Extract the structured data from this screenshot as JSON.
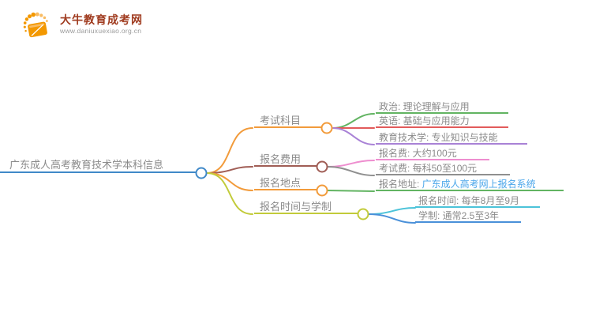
{
  "logo": {
    "title": "大牛教育成考网",
    "url": "www.daniuxuexiao.org.cn",
    "title_color": "#a03c20",
    "icon_color": "#f39800",
    "icon_color_light": "#f9bc63"
  },
  "mindmap": {
    "root": {
      "label": "广东成人高考教育技术学本科信息",
      "color": "#4089c8"
    },
    "text_color": "#8b8b8b",
    "branches": [
      {
        "label": "考试科目",
        "color": "#f29b3b",
        "children": [
          {
            "label": "政治: 理论理解与应用",
            "color": "#62b462"
          },
          {
            "label": "英语: 基础与应用能力",
            "color": "#e25b5b"
          },
          {
            "label": "教育技术学: 专业知识与技能",
            "color": "#a982d6"
          }
        ]
      },
      {
        "label": "报名费用",
        "color": "#a05d55",
        "children": [
          {
            "label": "报名费: 大约100元",
            "color": "#ee8ecf"
          },
          {
            "label": "考试费: 每科50至100元",
            "color": "#8f8f8f"
          }
        ]
      },
      {
        "label": "报名地点",
        "color": "#f29b3b",
        "children": [
          {
            "label_prefix": "报名地址: ",
            "label_link": "广东成人高考网上报名系统",
            "link_color": "#4aa6ea",
            "color": "#62b462"
          }
        ]
      },
      {
        "label": "报名时间与学制",
        "color": "#c2cb3a",
        "children": [
          {
            "label": "报名时间: 每年8月至9月",
            "color": "#4cc3d9"
          },
          {
            "label": "学制: 通常2.5至3年",
            "color": "#4a90d9"
          }
        ]
      }
    ]
  }
}
